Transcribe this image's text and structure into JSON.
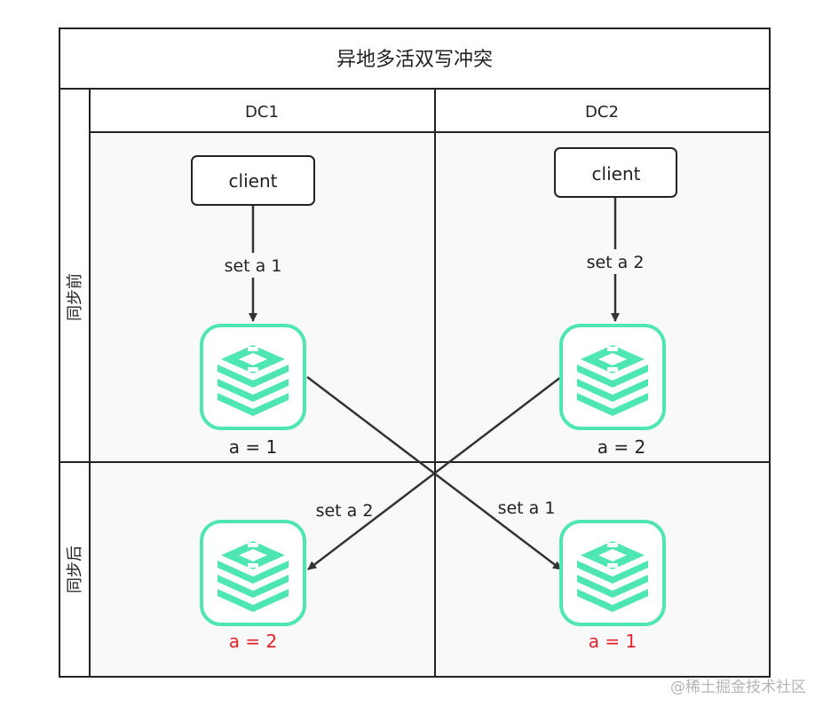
{
  "title": "异地多活双写冲突",
  "columns": [
    "DC1",
    "DC2"
  ],
  "rows": [
    "同步前",
    "同步后"
  ],
  "clients": [
    {
      "label": "client",
      "command": "set a 1"
    },
    {
      "label": "client",
      "command": "set a 2"
    }
  ],
  "before_values": [
    "a = 1",
    "a = 2"
  ],
  "sync_labels": [
    "set a 2",
    "set a 1"
  ],
  "after_values": [
    "a = 2",
    "a = 1"
  ],
  "colors": {
    "redis": "#4ee6b2",
    "conflict_value": "#e8212b",
    "line": "#333333",
    "cell_bg": "#f9f9f9"
  },
  "icons": [
    "redis-icon"
  ],
  "watermark": "@稀土掘金技术社区"
}
